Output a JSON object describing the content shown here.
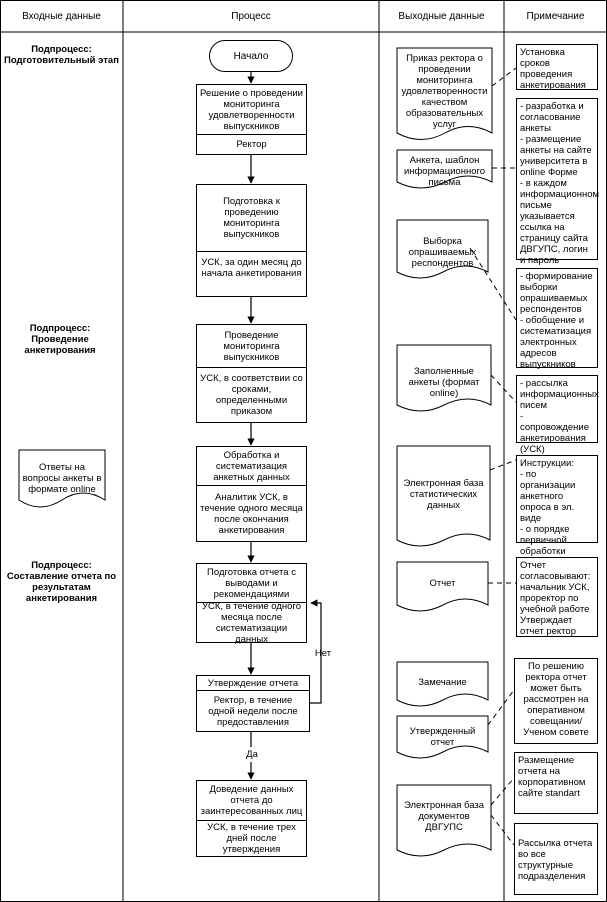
{
  "columns": {
    "input": "Входные данные",
    "process": "Процесс",
    "output": "Выходные данные",
    "note": "Примечание"
  },
  "subprocesses": [
    "Подпроцесс: Подготовительный этап",
    "Подпроцесс: Проведение анкетирования",
    "Подпроцесс: Составление отчета по результатам анкетирования"
  ],
  "inputs": {
    "answers": "Ответы на вопросы анкеты в формате online"
  },
  "start": "Начало",
  "steps": [
    {
      "title": "Решение о проведении мониторинга удовлетворенности выпускников",
      "actor": "Ректор"
    },
    {
      "title": "Подготовка к проведению мониторинга выпускников",
      "actor": "УСК, за один месяц до начала анкетирования"
    },
    {
      "title": "Проведение мониторинга выпускников",
      "actor": "УСК, в соответствии со сроками, определенными приказом"
    },
    {
      "title": "Обработка и систематизация анкетных данных",
      "actor": "Аналитик УСК, в течение одного месяца после окончания анкетирования"
    },
    {
      "title": "Подготовка отчета с выводами и рекомендациями",
      "actor": "УСК, в течение одного месяца после систематизации данных"
    },
    {
      "title": "Утверждение отчета",
      "actor": "Ректор, в течение одной недели после предоставления"
    },
    {
      "title": "Доведение данных отчета до заинтересованных лиц",
      "actor": "УСК, в течение трех дней после утверждения"
    }
  ],
  "decision": {
    "no": "Нет",
    "yes": "Да"
  },
  "outputs": [
    "Приказ ректора о проведении мониторинга удовлетворенности качеством образовательных услуг",
    "Анкета, шаблон информационного письма",
    "Выборка опрашиваемых респондентов",
    "Заполненные анкеты (формат online)",
    "Электронная база статистических данных",
    "Отчет",
    "Замечание",
    "Утвержденный отчет",
    "Электронная база документов ДВГУПС"
  ],
  "notes": [
    "Установка сроков проведения анкетирования",
    "- разработка и согласование анкеты\n- размещение анкеты на сайте университета в online Форме\n- в каждом информационном письме указывается ссылка на страницу сайта ДВГУПС, логин и пароль",
    "- формирование выборки опрашиваемых респондентов\n- обобщение и систематизация электронных адресов выпускников",
    "- рассылка информационных писем\n- сопровождение анкетирования (УСК)",
    "Инструкции:\n- по организации анкетного опроса в эл. виде\n- о порядке первичной обработки данных",
    "Отчет согласовывают: начальник УСК, проректор по учебной работе Утверждает отчет ректор",
    "По решению ректора отчет может быть рассмотрен на оперативном совещании/ Ученом совете",
    "Размещение отчета на корпоративном сайте standart",
    "Рассылка отчета во все структурные подразделения"
  ]
}
